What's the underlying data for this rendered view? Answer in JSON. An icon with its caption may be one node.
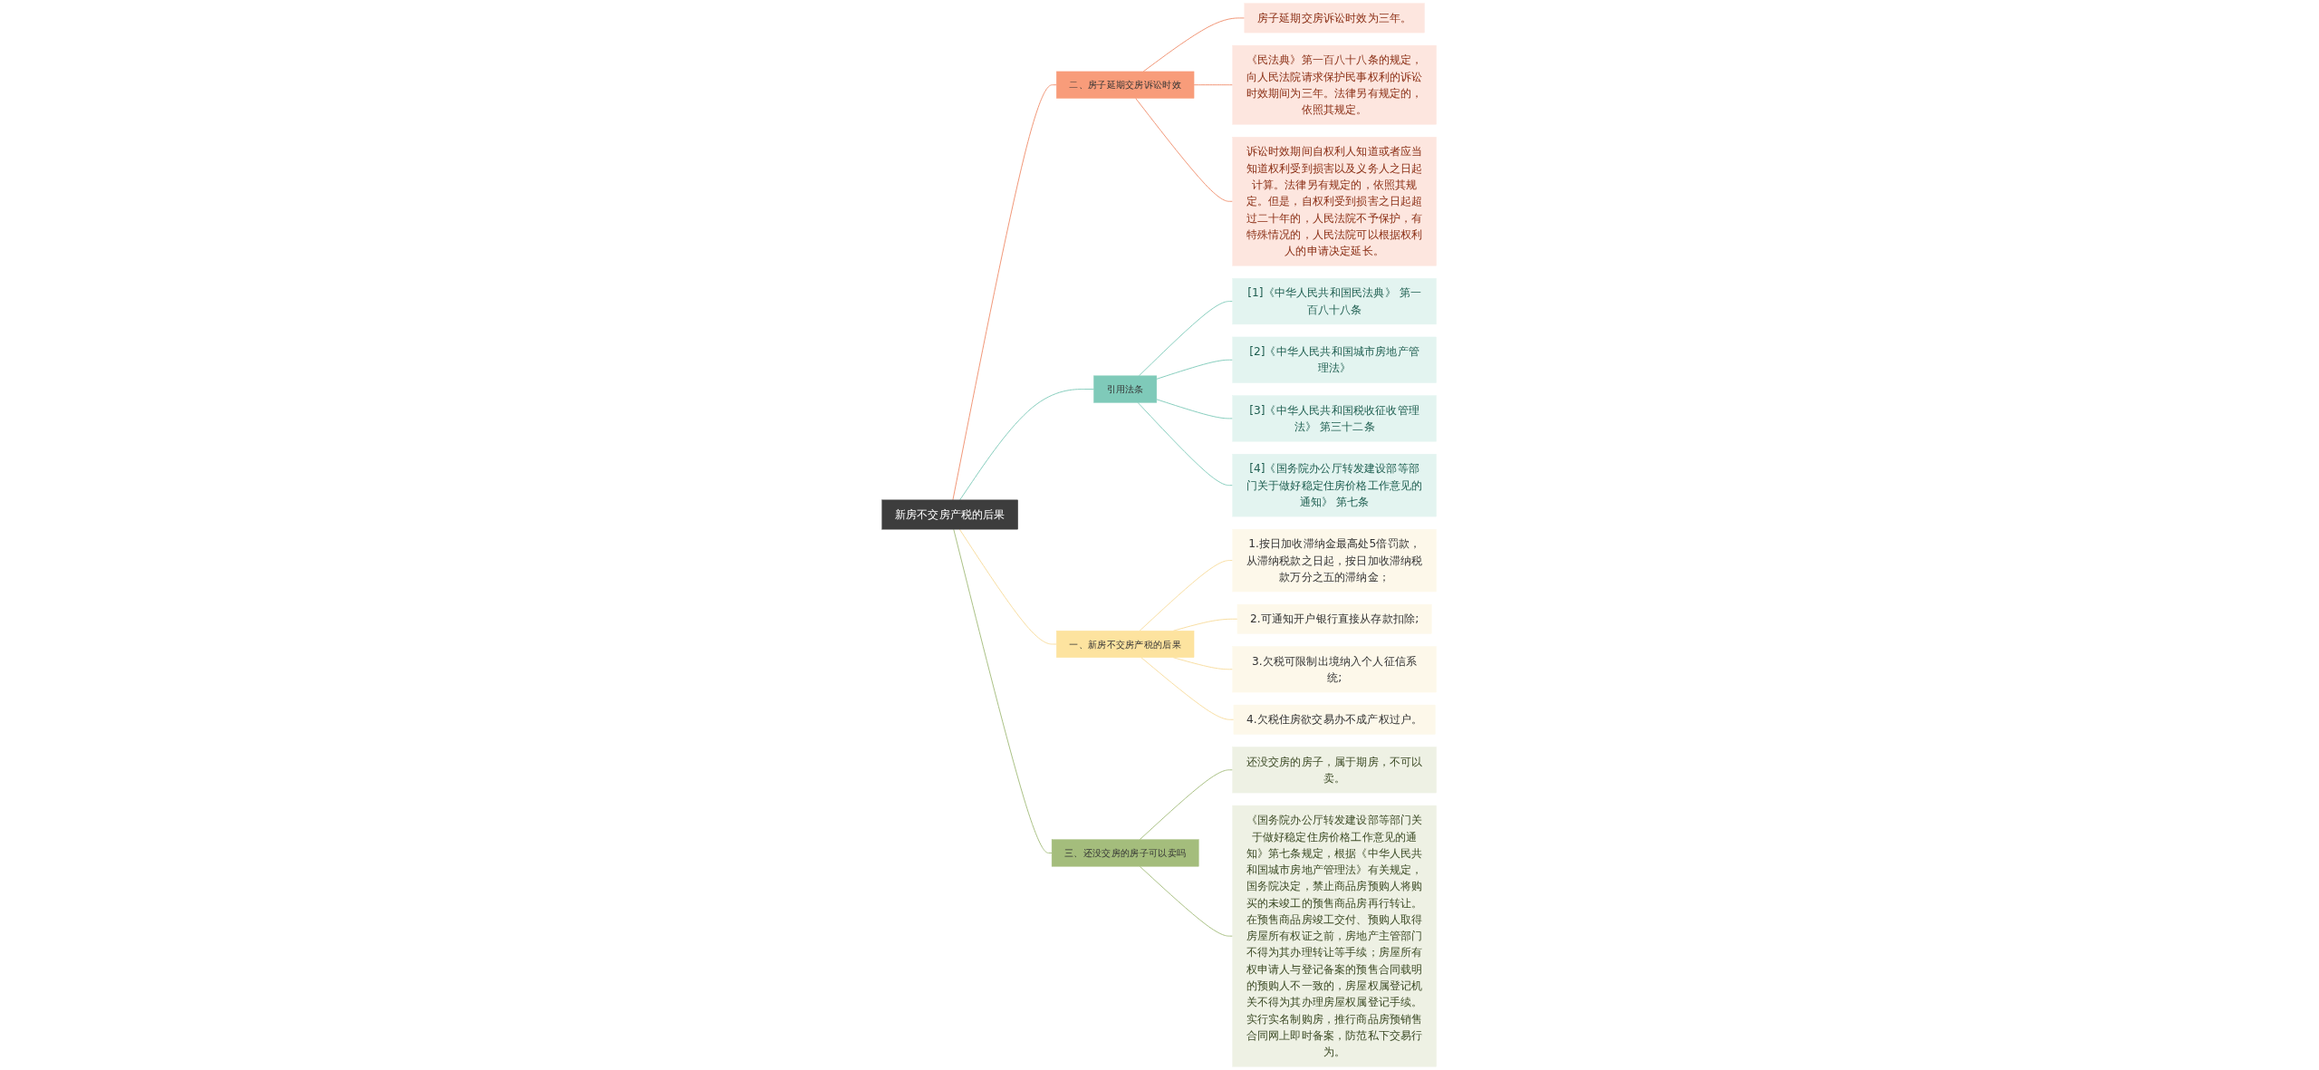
{
  "diagram": {
    "nodes": [
      {
        "text": [
          "新房不交房产税的后果"
        ]
      },
      {
        "text": [
          "二、房子延期交房诉讼时效"
        ]
      },
      {
        "text": [
          "房子延期交房诉讼时效为三年。"
        ]
      },
      {
        "text": [
          "《民法典》第一百八十八条的规定，向人民法院请求保护民事权利的诉讼时效期间为三年。法律另有规定的，依照其规定。"
        ]
      },
      {
        "text": [
          "诉讼时效期间自权利人知道或者应当知道权利受到损害以及义务人之日起计算。法律另有规定的，依照其规定。但是，自权利受到损害之日起超过二十年的，人民法院不予保护，有特殊情况的，人民法院可以根据权利人的申请决定延长。"
        ]
      },
      {
        "text": [
          "引用法条"
        ]
      },
      {
        "text": [
          "[1]《中华人民共和国民法典》 第一百八十八条"
        ]
      },
      {
        "text": [
          "[2]《中华人民共和国城市房地产管理法》"
        ]
      },
      {
        "text": [
          "[3]《中华人民共和国税收征收管理法》 第三十二条"
        ]
      },
      {
        "text": [
          "[4]《国务院办公厅转发建设部等部门关于做好稳定住房价格工作意见的通知》 第七条"
        ]
      },
      {
        "text": [
          "一、新房不交房产税的后果"
        ]
      },
      {
        "text": [
          "1.按日加收滞纳金最高处5倍罚款，从滞纳税款之日起，按日加收滞纳税款万分之五的滞纳金；"
        ]
      },
      {
        "text": [
          "2.可通知开户银行直接从存款扣除;"
        ]
      },
      {
        "text": [
          "3.欠税可限制出境纳入个人征信系统;"
        ]
      },
      {
        "text": [
          "4.欠税住房欲交易办不成产权过户。"
        ]
      },
      {
        "text": [
          "三、还没交房的房子可以卖吗"
        ]
      },
      {
        "text": [
          "还没交房的房子，属于期房，不可以卖。"
        ]
      },
      {
        "text": [
          "《国务院办公厅转发建设部等部门关于做好稳定住房价格工作意见的通知》第七条规定，根据《中华人民共和国城市房地产管理法》有关规定，国务院决定，禁止商品房预购人将购买的未竣工的预售商品房再行转让。在预售商品房竣工交付、预购人取得房屋所有权证之前，房地产主管部门不得为其办理转让等手续；房屋所有权申请人与登记备案的预售合同载明的预购人不一致的，房屋权属登记机关不得为其办理房屋权属登记手续。实行实名制购房，推行商品房预销售合同网上即时备案，防范私下交易行为。"
        ]
      }
    ],
    "edges": [
      {
        "from": 0,
        "to": 1,
        "arrow": "none",
        "color": "#f0906e"
      },
      {
        "from": 1,
        "to": 2,
        "arrow": "none",
        "color": "#f0906e"
      },
      {
        "from": 1,
        "to": 3,
        "arrow": "none",
        "color": "#f0906e"
      },
      {
        "from": 1,
        "to": 4,
        "arrow": "none",
        "color": "#f0906e"
      },
      {
        "from": 0,
        "to": 5,
        "arrow": "none",
        "color": "#7fcab9"
      },
      {
        "from": 5,
        "to": 6,
        "arrow": "none",
        "color": "#7fcab9"
      },
      {
        "from": 5,
        "to": 7,
        "arrow": "none",
        "color": "#7fcab9"
      },
      {
        "from": 5,
        "to": 8,
        "arrow": "none",
        "color": "#7fcab9"
      },
      {
        "from": 5,
        "to": 9,
        "arrow": "none",
        "color": "#7fcab9"
      },
      {
        "from": 0,
        "to": 10,
        "arrow": "none",
        "color": "#f7dc9c"
      },
      {
        "from": 10,
        "to": 11,
        "arrow": "none",
        "color": "#f7dc9c"
      },
      {
        "from": 10,
        "to": 12,
        "arrow": "none",
        "color": "#f7dc9c"
      },
      {
        "from": 10,
        "to": 13,
        "arrow": "none",
        "color": "#f7dc9c"
      },
      {
        "from": 10,
        "to": 14,
        "arrow": "none",
        "color": "#f7dc9c"
      },
      {
        "from": 0,
        "to": 15,
        "arrow": "none",
        "color": "#a4bd7c"
      },
      {
        "from": 15,
        "to": 16,
        "arrow": "none",
        "color": "#a4bd7c"
      },
      {
        "from": 15,
        "to": 17,
        "arrow": "none",
        "color": "#a4bd7c"
      }
    ]
  }
}
